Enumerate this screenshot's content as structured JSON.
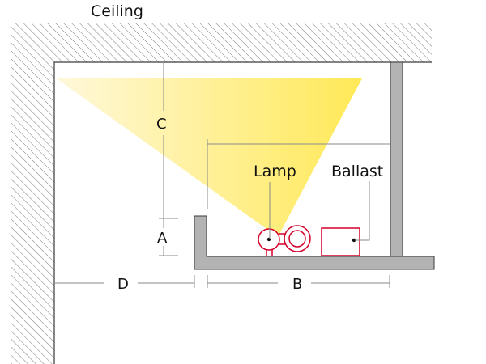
{
  "labels": {
    "ceiling": "Ceiling",
    "lamp": "Lamp",
    "ballast": "Ballast",
    "a": "A",
    "b": "B",
    "c": "C",
    "d": "D"
  },
  "colors": {
    "light_start": "#ffe957",
    "light_end": "#fff8dc",
    "cove": "#b3b3b3",
    "cove_stroke": "#3a3a3a",
    "device": "#d4002a",
    "dimension_line": "#8a8a8a",
    "hatch": "#7a7a7a"
  }
}
